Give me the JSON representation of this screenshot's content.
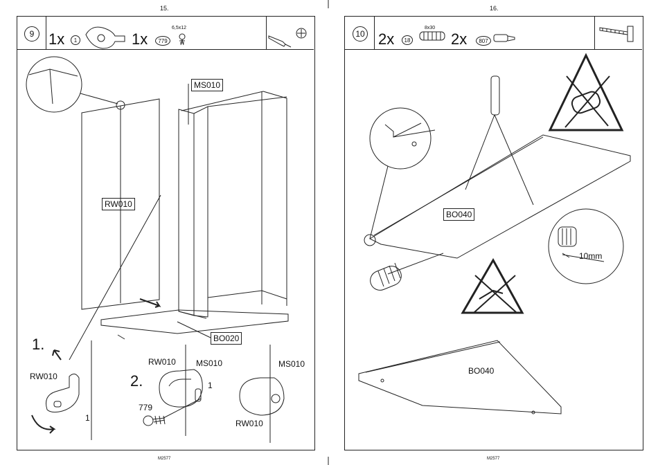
{
  "left_page": {
    "page_number": "15.",
    "footer_code": "M2577",
    "step": {
      "number": "9",
      "items": [
        {
          "qty": "1x",
          "part_id": "1"
        },
        {
          "qty": "1x",
          "part_id": "779",
          "size": "6,5x12"
        }
      ],
      "tools": [
        "screwdriver-icon",
        "phillips-bit-icon"
      ]
    },
    "labels": {
      "ms010_top": "MS010",
      "rw010_main": "RW010",
      "bo020": "BO020",
      "step_1": "1.",
      "step_2": "2.",
      "rw010_hinge": "RW010",
      "rw010_detail": "RW010",
      "ms010_detail": "MS010",
      "ms010_right": "MS010",
      "rw010_bottom": "RW010",
      "part_779": "779",
      "part_1_left": "1",
      "part_1_detail": "1"
    }
  },
  "right_page": {
    "page_number": "16.",
    "footer_code": "M2577",
    "step": {
      "number": "10",
      "items": [
        {
          "qty": "2x",
          "part_id": "18",
          "size": "8x30"
        },
        {
          "qty": "2x",
          "part_id": "807"
        }
      ],
      "tools": [
        "hammer-icon"
      ]
    },
    "labels": {
      "bo040_top": "BO040",
      "bo040_bottom": "BO040",
      "depth": "10mm"
    }
  },
  "icons": {
    "warning_no_hammer": "warning-no-hammer-icon",
    "warning_no_glue": "warning-no-glue-icon"
  }
}
